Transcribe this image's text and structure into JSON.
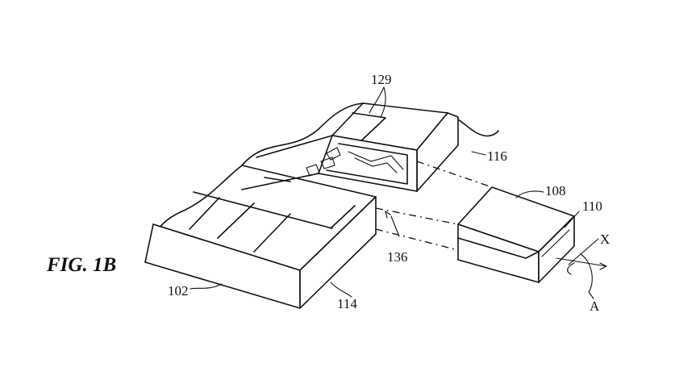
{
  "figure": {
    "label": "FIG. 1B",
    "refs": {
      "r129": "129",
      "r116": "116",
      "r108": "108",
      "r110": "110",
      "rX": "X",
      "r136": "136",
      "r102": "102",
      "r114": "114",
      "rA": "A"
    }
  }
}
